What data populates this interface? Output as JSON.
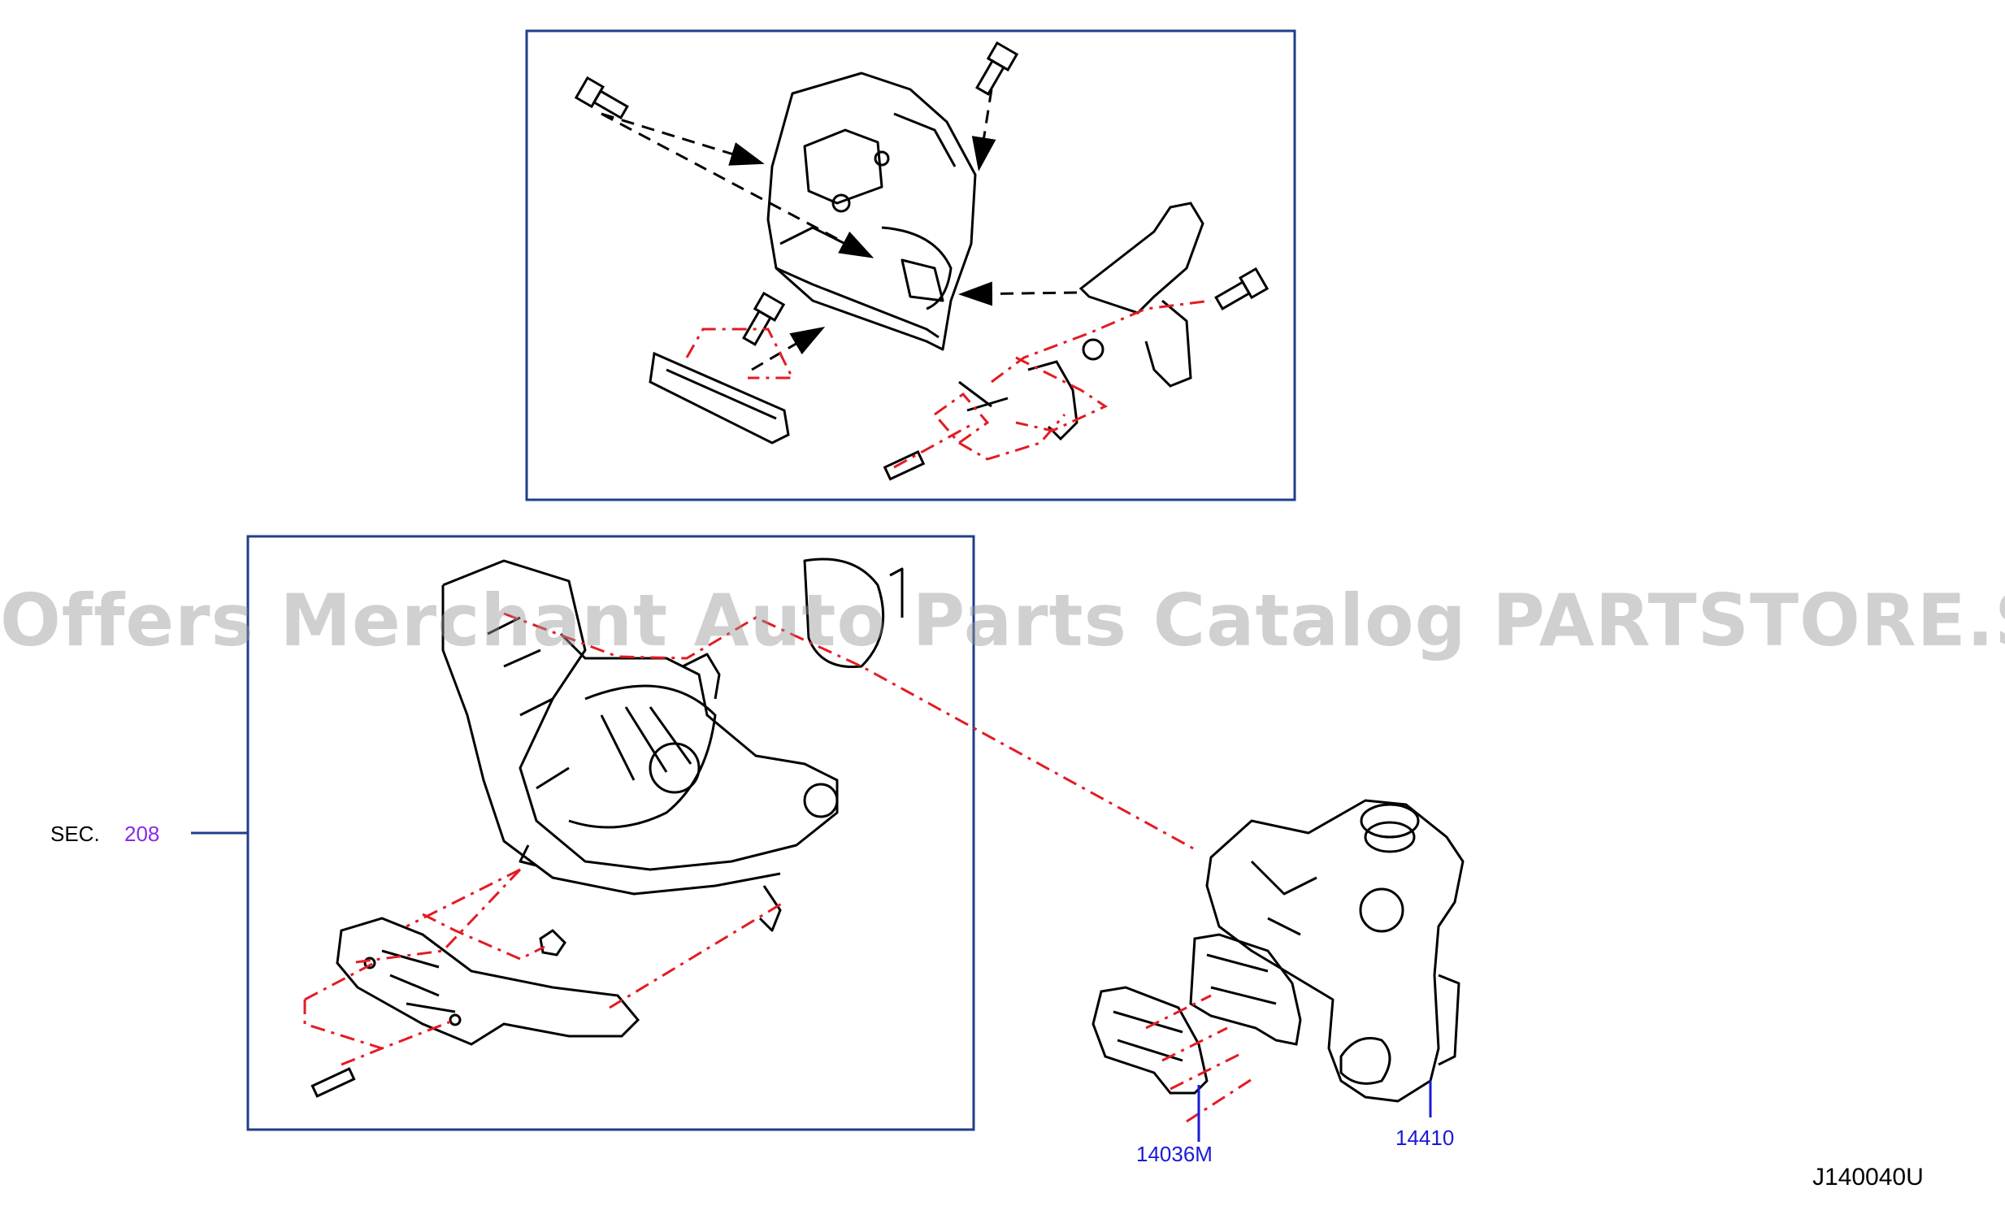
{
  "watermark": "Offers Merchant Auto Parts Catalog PARTSTORE.SA",
  "section_ref": {
    "prefix": "SEC.",
    "number": "208"
  },
  "parts": [
    {
      "number": "14036M"
    },
    {
      "number": "14410"
    }
  ],
  "diagram_code": "J140040U",
  "colors": {
    "frame": "#1f3f8a",
    "leader": "#1a1ad6",
    "dashed": "#e31b23",
    "drawing": "#000000"
  }
}
